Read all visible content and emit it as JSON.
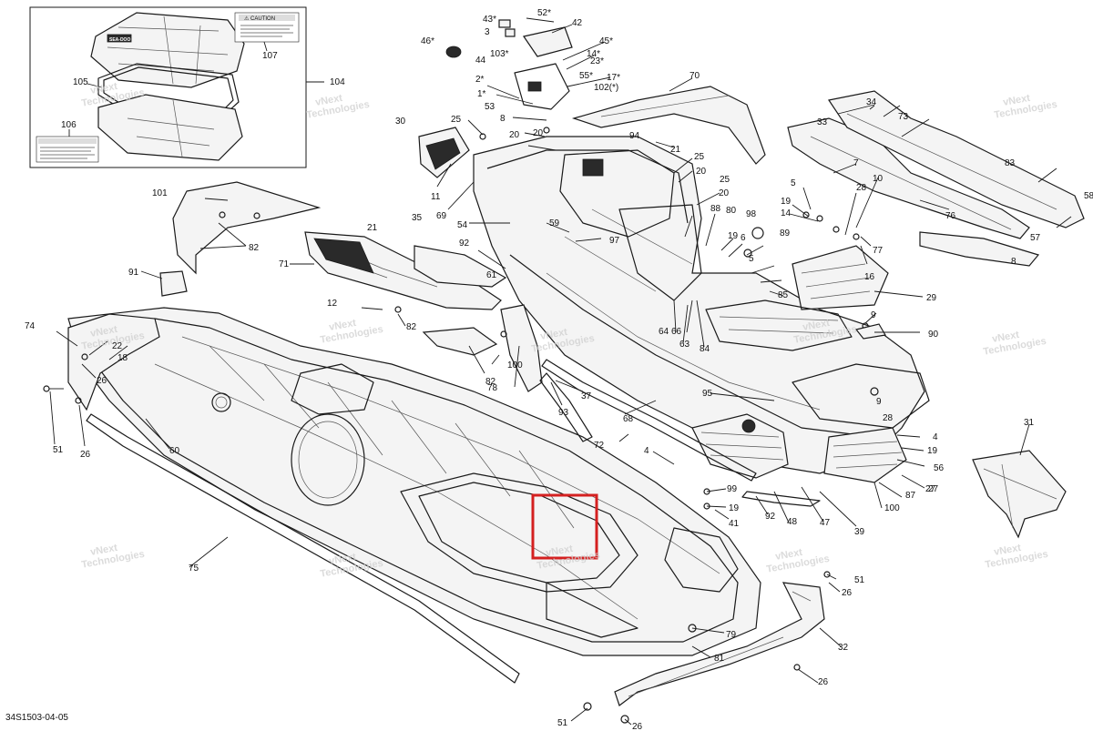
{
  "document_id": "34S1503-04-05",
  "watermark_lines": [
    "vNext",
    "Technologies"
  ],
  "callouts": [
    "52*",
    "43*",
    "42",
    "3",
    "46*",
    "45*",
    "103*",
    "14*",
    "23*",
    "44",
    "55*",
    "2*",
    "17*",
    "102(*)",
    "1*",
    "70",
    "53",
    "34",
    "73",
    "8",
    "25",
    "20",
    "20",
    "30",
    "94",
    "33",
    "21",
    "25",
    "20",
    "11",
    "69",
    "25",
    "20",
    "7",
    "83",
    "10",
    "58",
    "5",
    "28",
    "19",
    "14",
    "101",
    "88",
    "80",
    "98",
    "76",
    "54",
    "59",
    "97",
    "57",
    "21",
    "77",
    "91",
    "82",
    "71",
    "35",
    "92",
    "61",
    "6",
    "19",
    "89",
    "16",
    "12",
    "82",
    "64",
    "66",
    "5",
    "63",
    "84",
    "85",
    "29",
    "74",
    "22",
    "18",
    "26",
    "9",
    "90",
    "100",
    "78",
    "82",
    "8",
    "51",
    "26",
    "60",
    "37",
    "95",
    "9",
    "93",
    "68",
    "28",
    "72",
    "4",
    "19",
    "56",
    "31",
    "4",
    "99",
    "19",
    "41",
    "27",
    "92",
    "48",
    "47",
    "39",
    "87",
    "100",
    "27",
    "75",
    "51",
    "26",
    "79",
    "32",
    "81",
    "26",
    "51",
    "26"
  ],
  "inset": {
    "callouts": [
      "107",
      "104",
      "105",
      "106"
    ],
    "caution_label": "⚠ CAUTION",
    "logo_text": "SEA-DOO"
  }
}
